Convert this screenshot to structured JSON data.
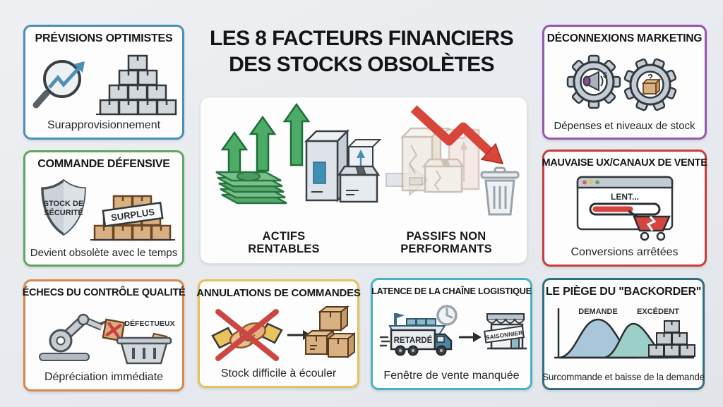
{
  "title": {
    "line1": "LES 8 FACTEURS FINANCIERS",
    "line2": "DES STOCKS OBSOLÈTES"
  },
  "center": {
    "actifs_line1": "ACTIFS",
    "actifs_line2": "RENTABLES",
    "passifs_line1": "PASSIFS NON",
    "passifs_line2": "PERFORMANTS"
  },
  "cards": [
    {
      "title": "PRÉVISIONS OPTIMISTES",
      "caption": "Surapprovisionnement",
      "border_color": "#4a8fb8"
    },
    {
      "title": "COMMANDE DÉFENSIVE",
      "caption": "Devient obsolète avec le temps",
      "border_color": "#5fa663",
      "labels": {
        "shield_line1": "STOCK DE",
        "shield_line2": "SÉCURITÉ",
        "sign": "SURPLUS"
      }
    },
    {
      "title": "ÉCHECS DU CONTRÔLE QUALITÉ",
      "caption": "Dépréciation immédiate",
      "border_color": "#d8884a",
      "labels": {
        "defect": "DÉFECTUEUX"
      }
    },
    {
      "title": "ANNULATIONS DE COMMANDES",
      "caption": "Stock difficile à écouler",
      "border_color": "#e6c157"
    },
    {
      "title": "LATENCE DE LA CHAÎNE LOGISTIQUE",
      "caption": "Fenêtre de vente manquée",
      "border_color": "#47b2c6",
      "labels": {
        "truck": "RETARDÉ",
        "store": "SAISONNIER"
      }
    },
    {
      "title": "LE PIÈGE DU \"BACKORDER\"",
      "caption": "Surcommande et baisse de la demande",
      "border_color": "#2e6f80",
      "labels": {
        "curve1": "DEMANDE",
        "curve2": "EXCÉDENT"
      }
    },
    {
      "title": "DÉCONNEXIONS MARKETING",
      "caption": "Dépenses et niveaux de stock",
      "border_color": "#9a55ac",
      "labels": {
        "dollar": "$",
        "question": "?"
      }
    },
    {
      "title": "MAUVAISE UX/CANAUX DE VENTE",
      "caption": "Conversions arrêtées",
      "border_color": "#c73d3c",
      "labels": {
        "slow": "LENT..."
      }
    }
  ],
  "colors": {
    "accent_blue": "#4a8fb8",
    "accent_green": "#4cab66",
    "accent_red": "#d8453a",
    "box_gray": "#d3d8dd",
    "box_tan": "#d8b082"
  }
}
